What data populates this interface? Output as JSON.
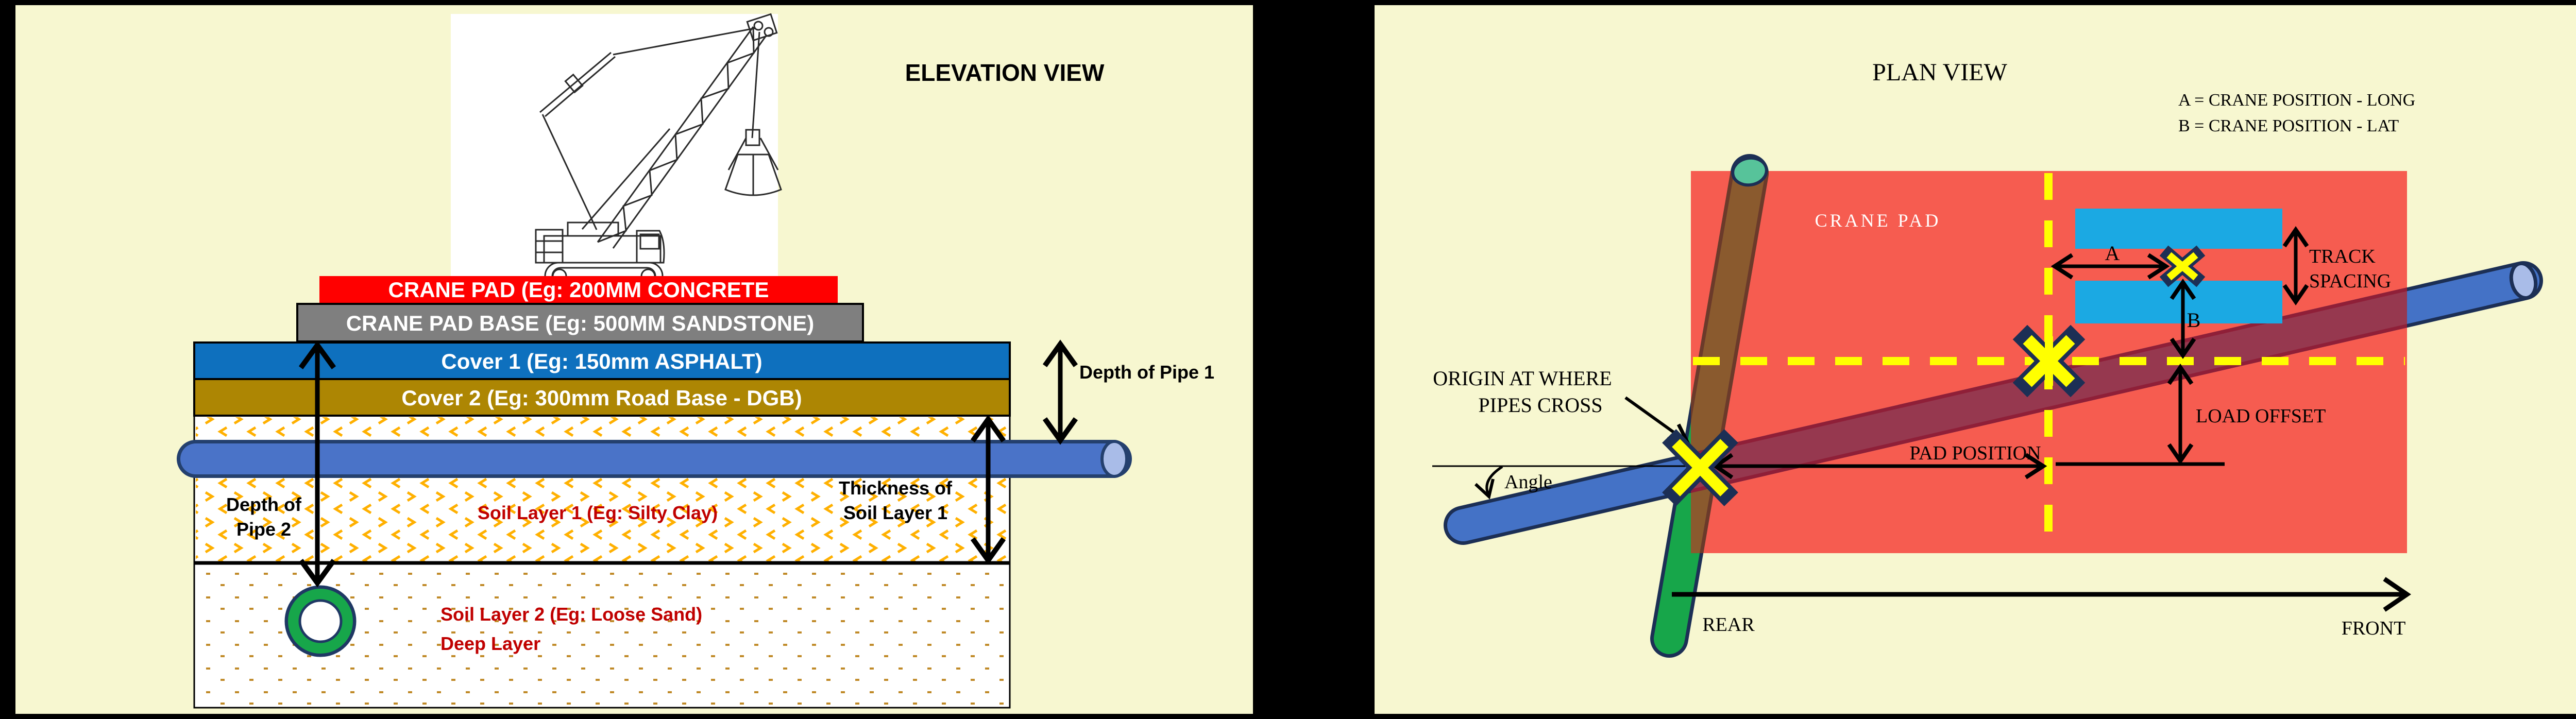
{
  "colors": {
    "background": "#000000",
    "panel": "#F7F7D0",
    "elevation": {
      "crane_pad_red": "#FF0000",
      "crane_pad_base_gray": "#7F7F7F",
      "cover1_blue": "#0E70BE",
      "cover2_olive": "#AD8603",
      "soil_hatch_orange": "#FFB000",
      "soil_dots_brown": "#C08A28",
      "pipe_blue": "#4A73C8",
      "pipe_outline_navy": "#24406E",
      "pipe_cap_light": "#A9BCE8",
      "pipe2_ring_green": "#17A64A",
      "soil_text_red": "#C00000"
    },
    "plan": {
      "pad_red": "#F65C50",
      "pipe1_blue": "#4472C6",
      "pipe1_over_pad_maroon": "#96384F",
      "pipe2_green": "#17A64A",
      "pipe2_over_pad_brown": "#8A5A2E",
      "pipe2_cap_teal": "#57C39A",
      "track_cyan": "#1BA9E3",
      "marker_yellow": "#FFFF00",
      "outline_navy": "#1C2F55"
    }
  },
  "elevation": {
    "title": "ELEVATION VIEW",
    "layers": [
      {
        "label": "CRANE PAD (Eg: 200MM CONCRETE"
      },
      {
        "label": "CRANE PAD BASE (Eg: 500MM SANDSTONE)"
      },
      {
        "label": "Cover 1 (Eg: 150mm ASPHALT)"
      },
      {
        "label": "Cover 2 (Eg: 300mm Road Base - DGB)"
      }
    ],
    "soil1_label": "Soil Layer 1 (Eg: Silty Clay)",
    "soil2_label_line1": "Soil Layer 2 (Eg: Loose Sand)",
    "soil2_label_line2": "Deep Layer",
    "depth_pipe1_label": "Depth of Pipe 1",
    "depth_pipe2_line1": "Depth of",
    "depth_pipe2_line2": "Pipe 2",
    "thickness_line1": "Thickness of",
    "thickness_line2": "Soil Layer 1"
  },
  "plan": {
    "title": "PLAN VIEW",
    "legend_a": "A = CRANE POSITION - LONG",
    "legend_b": "B = CRANE POSITION - LAT",
    "crane_pad_label": "CRANE PAD",
    "origin_line1": "ORIGIN AT WHERE",
    "origin_line2": "PIPES CROSS",
    "angle_label": "Angle",
    "pad_position_label": "PAD POSITION",
    "load_offset_label": "LOAD OFFSET",
    "track_spacing_line1": "TRACK",
    "track_spacing_line2": "SPACING",
    "dim_a": "A",
    "dim_b": "B",
    "rear_label": "REAR",
    "front_label": "FRONT"
  }
}
